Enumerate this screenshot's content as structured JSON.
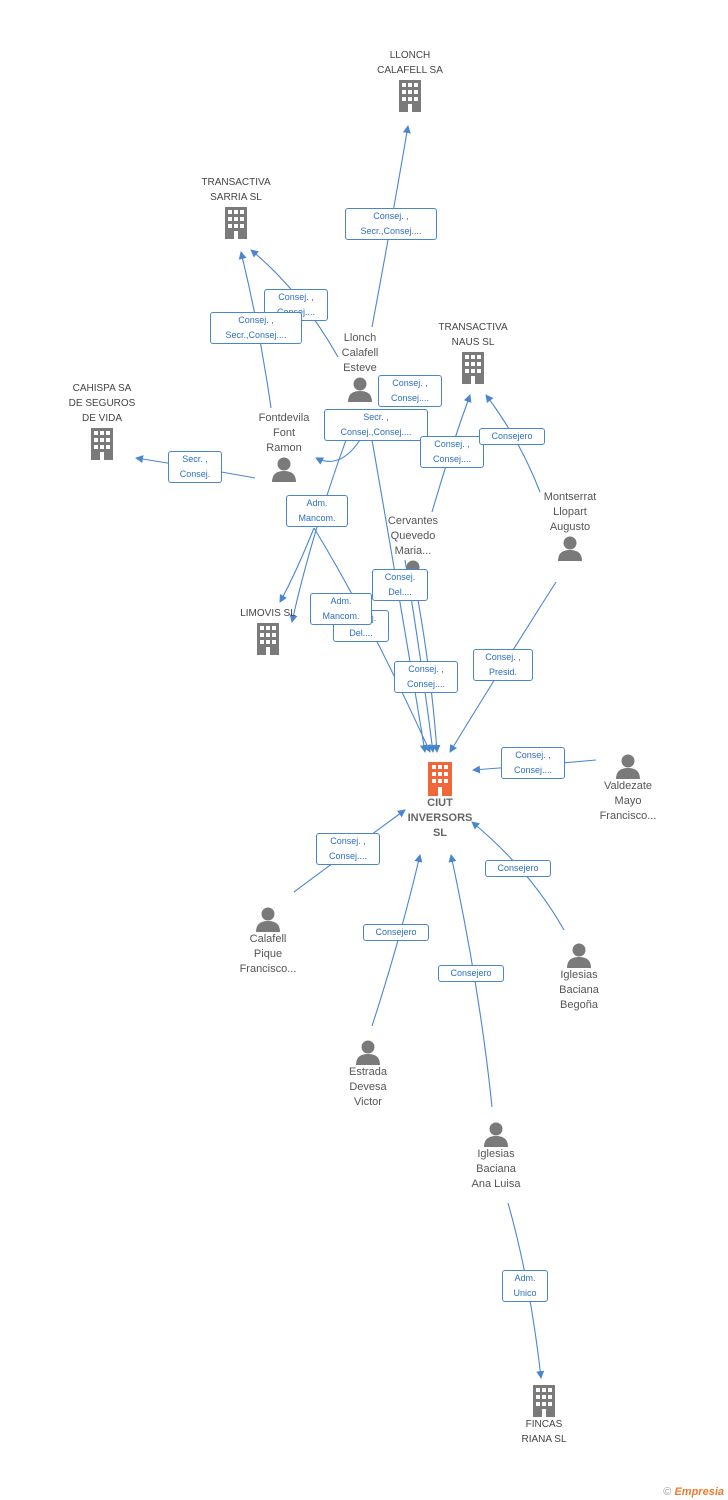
{
  "colors": {
    "edge": "#4a86d0",
    "company": "#7a7a7a",
    "main": "#f0683a",
    "person": "#7a7a7a"
  },
  "nodes": {
    "llonch_calafell_sa": "LLONCH\nCALAFELL SA",
    "transactiva_sarria": "TRANSACTIVA\nSARRIA SL",
    "transactiva_naus": "TRANSACTIVA\nNAUS SL",
    "cahispa": "CAHISPA SA\nDE SEGUROS\nDE VIDA",
    "limovis": "LIMOVIS SL",
    "ciut": "CIUT\nINVERSORS\nSL",
    "fincas_riana": "FINCAS\nRIANA SL",
    "llonch_calafell_esteve": "Llonch\nCalafell\nEsteve",
    "fontdevila": "Fontdevila\nFont\nRamon",
    "cervantes": "Cervantes\nQuevedo\nMaria...",
    "montserrat": "Montserrat\nLlopart\nAugusto",
    "valdezate": "Valdezate\nMayo\nFrancisco...",
    "calafell_pique": "Calafell\nPique\nFrancisco...",
    "iglesias_begona": "Iglesias\nBaciana\nBegoña",
    "estrada": "Estrada\nDevesa\nVictor",
    "iglesias_ana": "Iglesias\nBaciana\nAna Luisa"
  },
  "edge_labels": {
    "e1": "Consej. ,\nSecr.,Consej....",
    "e2": "Consej. ,\nConsej....",
    "e3": "Consej. ,\nSecr.,Consej....",
    "e4": "Consej. ,\nConsej....",
    "e5": "Secr. ,\nConsej.,Consej....",
    "e6": "Consej. ,\nConsej....",
    "e7": "Consejero",
    "e8": "Secr. ,\nConsej.",
    "e9": "Adm.\nMancom.",
    "e10": "Consej.\nDel....",
    "e11": "Consej.\nDel....",
    "e12": "Adm.\nMancom.",
    "e13": "Consej. ,\nConsej....",
    "e14": "Consej. ,\nPresid.",
    "e15": "Consej. ,\nConsej....",
    "e16": "Consej. ,\nConsej....",
    "e17": "Consejero",
    "e18": "Consejero",
    "e19": "Consejero",
    "e20": "Adm.\nUnico"
  },
  "footer": {
    "copyright": "©",
    "brand": "Empresia"
  }
}
